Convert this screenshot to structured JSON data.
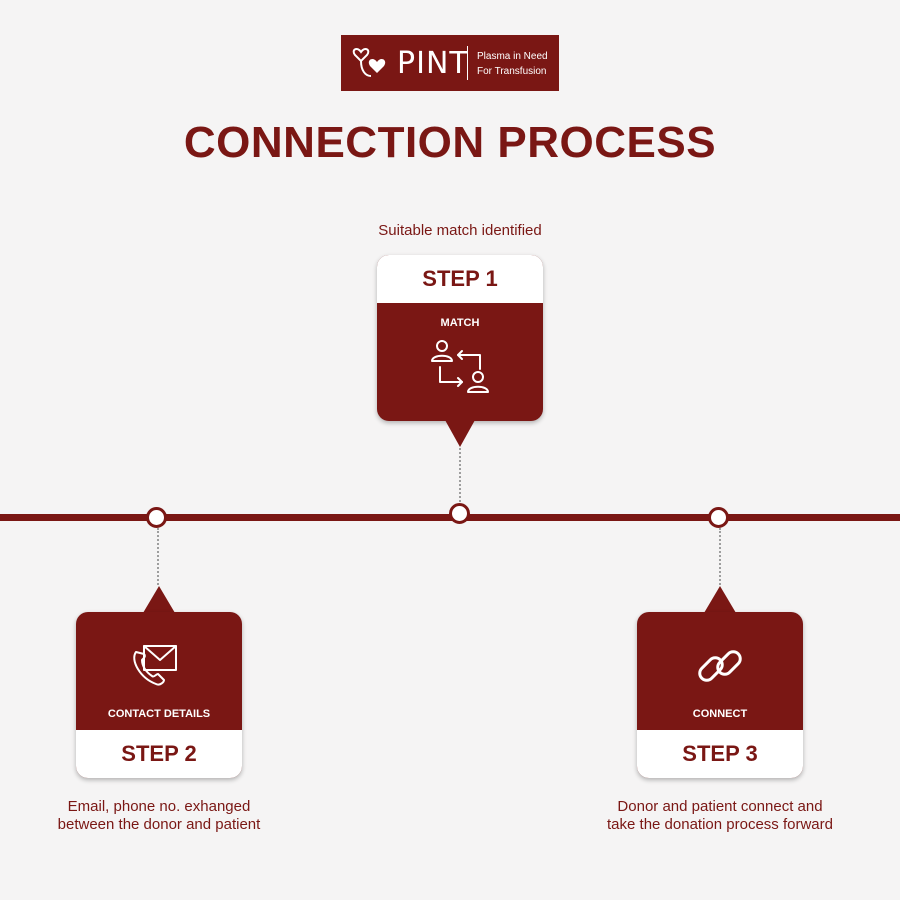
{
  "logo": {
    "name": "PINT",
    "tagline_line1": "Plasma in Need",
    "tagline_line2": "For Transfusion"
  },
  "title": "CONNECTION PROCESS",
  "steps": [
    {
      "step": "STEP 1",
      "label": "MATCH",
      "icon": "user-swap-icon",
      "caption_line1": "Suitable match identified",
      "caption_line2": ""
    },
    {
      "step": "STEP 2",
      "label": "CONTACT DETAILS",
      "icon": "phone-mail-icon",
      "caption_line1": "Email, phone no. exhanged",
      "caption_line2": "between the donor and patient"
    },
    {
      "step": "STEP 3",
      "label": "CONNECT",
      "icon": "link-icon",
      "caption_line1": "Donor and patient connect and",
      "caption_line2": "take the donation process forward"
    }
  ],
  "colors": {
    "brand": "#7a1714",
    "background": "#f5f4f4",
    "white": "#ffffff"
  }
}
